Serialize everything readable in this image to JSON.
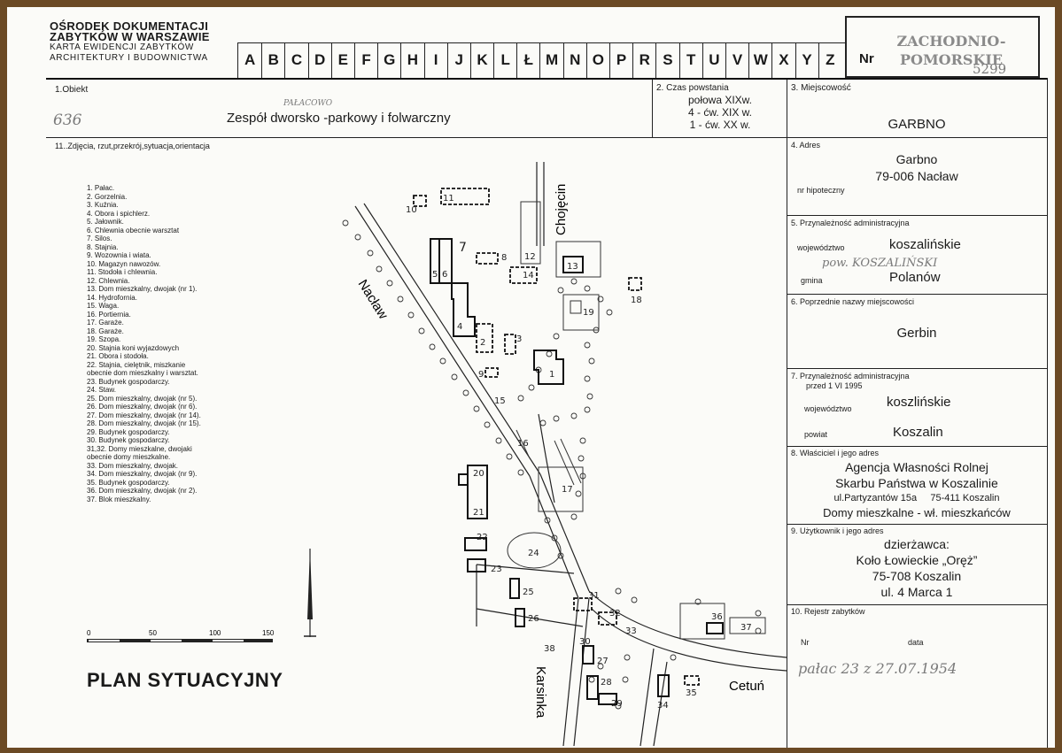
{
  "header": {
    "org_line1": "OŚRODEK DOKUMENTACJI",
    "org_line2": "ZABYTKÓW W WARSZAWIE",
    "org_line3": "KARTA EWIDENCJI ZABYTKÓW",
    "org_line4": "ARCHITEKTURY I BUDOWNICTWA",
    "letters": [
      "A",
      "B",
      "C",
      "D",
      "E",
      "F",
      "G",
      "H",
      "I",
      "J",
      "K",
      "L",
      "Ł",
      "M",
      "N",
      "O",
      "P",
      "R",
      "S",
      "T",
      "U",
      "V",
      "W",
      "X",
      "Y",
      "Z"
    ],
    "nr_label": "Nr",
    "stamp_line1": "ZACHODNIO-",
    "stamp_line2": "POMORSKIE",
    "stamp_number": "5299"
  },
  "object": {
    "label": "1.Obiekt",
    "number": "636",
    "handwritten_prefix": "PAŁACOWO",
    "name": "Zespół dworsko -parkowy i folwarczny"
  },
  "period": {
    "label": "2. Czas powstania",
    "lines": [
      "połowa XIXw.",
      "4 - ćw. XIX w.",
      "1 - ćw. XX w."
    ]
  },
  "locality": {
    "label": "3. Miejscowość",
    "value": "GARBNO"
  },
  "address": {
    "label": "4. Adres",
    "line1": "Garbno",
    "line2": "79-006  Nacław",
    "mortgage_label": "nr hipoteczny"
  },
  "admin": {
    "label": "5. Przynależność administracyjna",
    "voivodeship_label": "województwo",
    "voivodeship": "koszalińskie",
    "powiat_hand": "pow. KOSZALIŃSKI",
    "gmina_label": "gmina",
    "gmina": "Polanów"
  },
  "previous_names": {
    "label": "6. Poprzednie nazwy miejscowości",
    "value": "Gerbin"
  },
  "admin_before": {
    "label": "7. Przynależność administracyjna",
    "sub": "przed 1 VI 1995",
    "voivodeship_label": "województwo",
    "voivodeship": "koszlińskie",
    "powiat_label": "powiat",
    "powiat": "Koszalin"
  },
  "owner": {
    "label": "8. Właściciel i jego adres",
    "line1": "Agencja Własności Rolnej",
    "line2": "Skarbu Państwa w Koszalinie",
    "line3a": "ul.Partyzantów 15a",
    "line3b": "75-411 Koszalin",
    "line4": "Domy mieszkalne - wł. mieszkańców"
  },
  "user": {
    "label": "9. Użytkownik i jego adres",
    "line1": "dzierżawca:",
    "line2": "Koło Łowieckie „Oręż”",
    "line3": "75-708 Koszalin",
    "line4": "ul. 4 Marca 1"
  },
  "register": {
    "label": "10. Rejestr zabytków",
    "nr_label": "Nr",
    "date_label": "data",
    "hand_entry": "pałac  23   z  27.07.1954"
  },
  "photos": {
    "label": "11..Zdjęcia, rzut,przekrój,sytuacja,orientacja"
  },
  "legend": [
    "1.  Pałac.",
    "2.  Gorzelnia.",
    "3.  Kuźnia.",
    "4.  Obora i spichlerz.",
    "5.  Jałownik.",
    "6.  Chlewnia obecnie warsztat",
    "7.  Silos.",
    "8.  Stajnia.",
    "9.  Wozownia i wiata.",
    "10. Magazyn nawozów.",
    "11. Stodoła i chlewnia.",
    "12. Chlewnia.",
    "13. Dom mieszkalny, dwojak (nr 1).",
    "14. Hydrofornia.",
    "15. Waga.",
    "16. Portiernia.",
    "17. Garaże.",
    "18. Garaże.",
    "19. Szopa.",
    "20. Stajnia koni wyjazdowych",
    "21. Obora i stodoła.",
    "22. Stajnia, cielętnik, miszkanie",
    "      obecnie dom mieszkalny i warsztat.",
    "23. Budynek gospodarczy.",
    "24. Staw.",
    "25. Dom mieszkalny, dwojak (nr 5).",
    "26. Dom mieszkalny, dwojak (nr 6).",
    "27. Dom mieszkalny, dwojak (nr 14).",
    "28. Dom mieszkalny, dwojak (nr 15).",
    "29. Budynek gospodarczy.",
    "30. Budynek gospodarczy.",
    "31,32. Domy mieszkalne, dwojaki",
    "      obecnie domy mieszkalne.",
    "33. Dom mieszkalny, dwojak.",
    "34. Dom mieszkalny, dwojak (nr 9).",
    "35. Budynek gospodarczy.",
    "36. Dom mieszkalny, dwojak (nr 2).",
    "37. Blok mieszkalny."
  ],
  "map": {
    "road_naclaw": "Nacław",
    "road_chojecin": "Chojęcin",
    "road_karsinka": "Karsinka",
    "road_cetun": "Cetuń",
    "scale_ticks": [
      "0",
      "50",
      "100",
      "150"
    ],
    "building_labels": [
      "1",
      "2",
      "3",
      "4",
      "5",
      "6",
      "7",
      "8",
      "9",
      "10",
      "11",
      "12",
      "13",
      "14",
      "15",
      "16",
      "17",
      "18",
      "19",
      "20",
      "21",
      "22",
      "23",
      "24",
      "25",
      "26",
      "27",
      "28",
      "29",
      "30",
      "31",
      "32",
      "33",
      "34",
      "35",
      "36",
      "37",
      "38"
    ]
  },
  "plan_title": "PLAN SYTUACYJNY"
}
